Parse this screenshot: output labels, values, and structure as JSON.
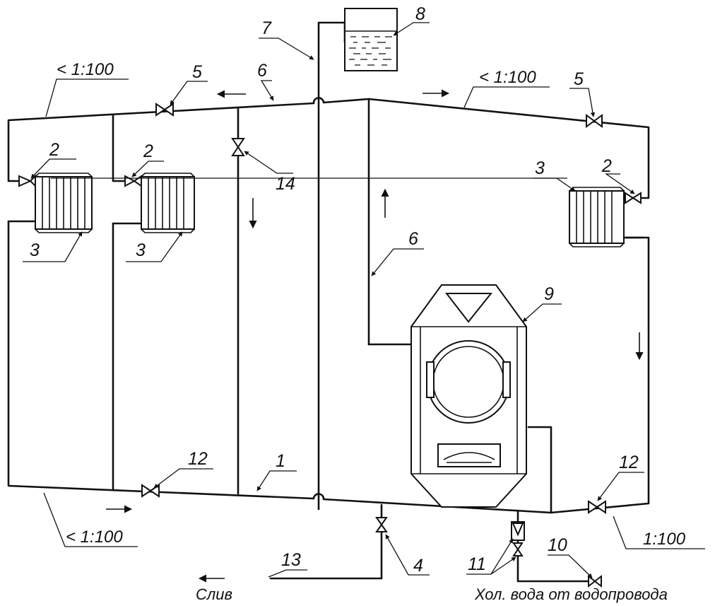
{
  "labels": {
    "n1": "1",
    "n2a": "2",
    "n2b": "2",
    "n2c": "2",
    "n3a": "3",
    "n3b": "3",
    "n3c": "3",
    "n4": "4",
    "n5a": "5",
    "n5b": "5",
    "n6a": "6",
    "n6b": "6",
    "n7": "7",
    "n8": "8",
    "n9": "9",
    "n10": "10",
    "n11": "11",
    "n12a": "12",
    "n12b": "12",
    "n13": "13",
    "n14": "14"
  },
  "slopes": {
    "top_left": "< 1:100",
    "top_right": "< 1:100",
    "bottom_left": "< 1:100",
    "bottom_right": "1:100"
  },
  "captions": {
    "drain": "Слив",
    "cold_water": "Хол. вода от водопровода"
  },
  "colors": {
    "line": "#111111",
    "background": "#ffffff"
  }
}
